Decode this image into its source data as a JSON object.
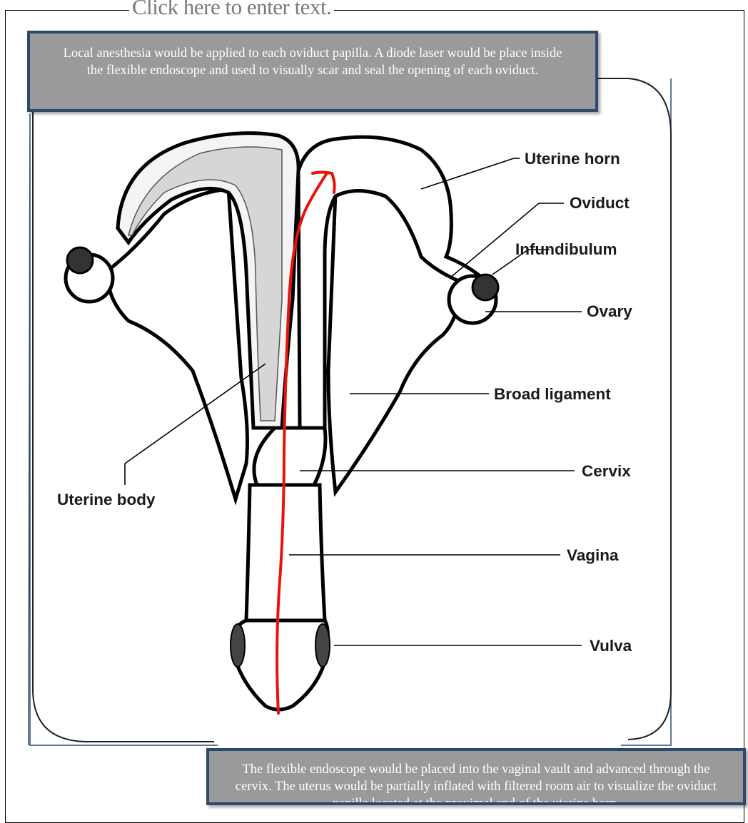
{
  "placeholder": "Click here to enter text.",
  "callouts": {
    "top": "Local anesthesia would be applied to each oviduct papilla. A diode laser would be place inside the flexible endoscope and used to visually scar and seal the opening of each oviduct.",
    "bottom": "The flexible endoscope would be placed into the vaginal vault and advanced through the cervix. The uterus would be partially inflated with filtered room air to visualize the oviduct papilla located at the proximal end of the uterine horn."
  },
  "labels": {
    "uterine_horn": "Uterine horn",
    "oviduct": "Oviduct",
    "infundibulum": "Infundibulum",
    "ovary": "Ovary",
    "broad_ligament": "Broad ligament",
    "cervix": "Cervix",
    "uterine_body": "Uterine body",
    "vagina": "Vagina",
    "vulva": "Vulva"
  },
  "colors": {
    "callout_fill": "#9a9a9a",
    "callout_border": "#2d4a6d",
    "endoscope_path": "#e8140c"
  }
}
